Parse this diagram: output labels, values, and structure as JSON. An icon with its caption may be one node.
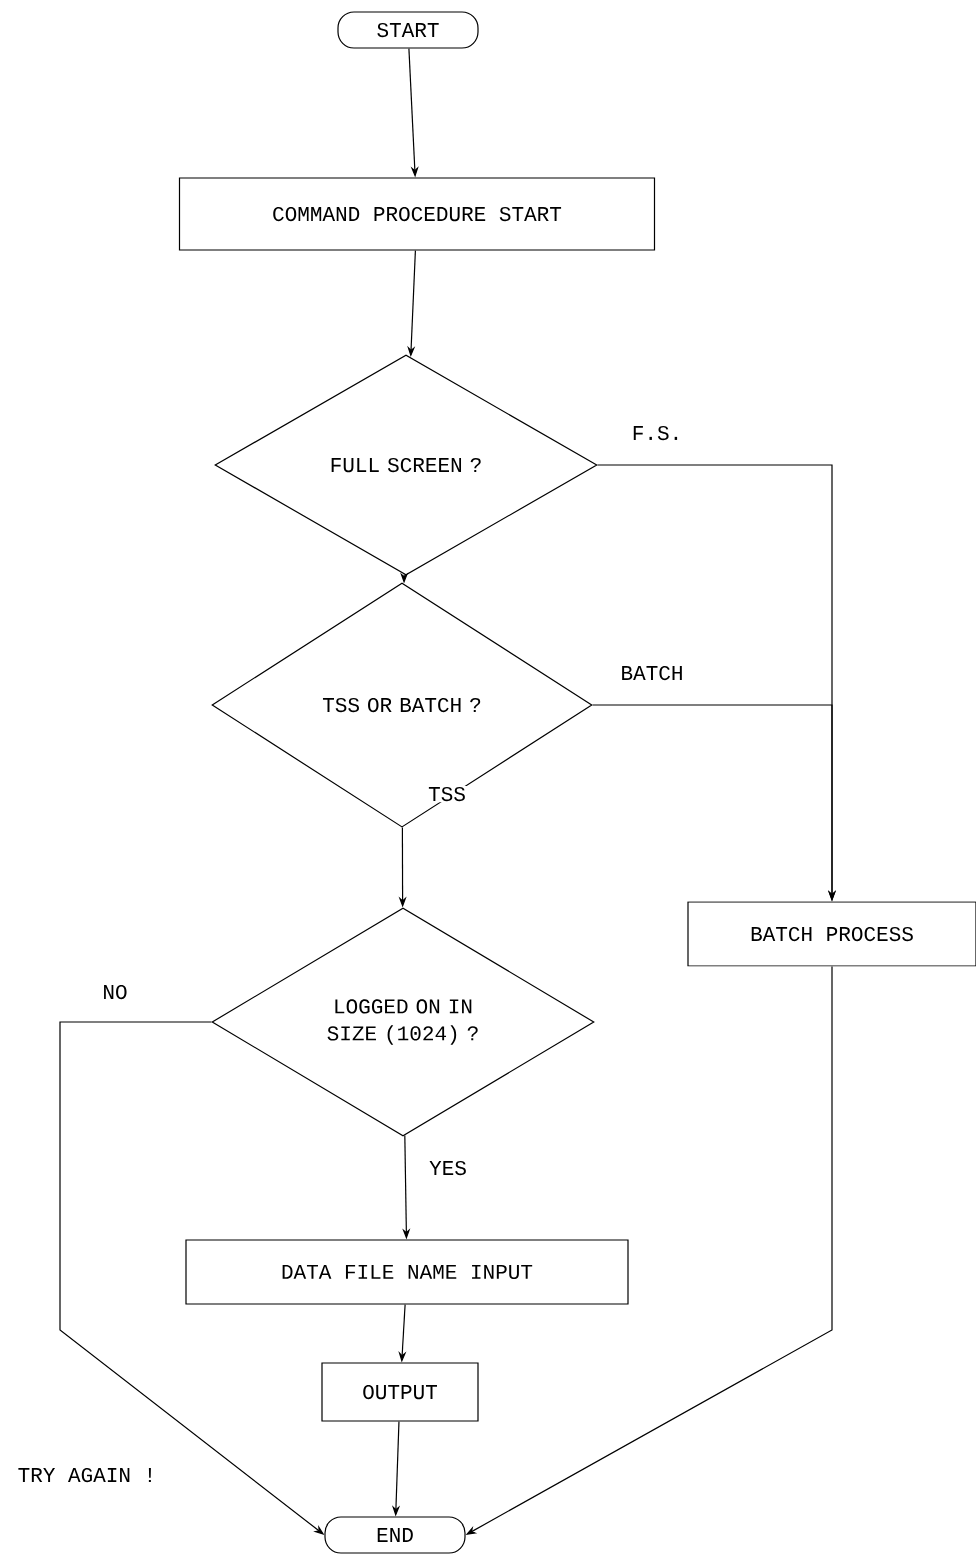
{
  "diagram": {
    "nodes": [
      {
        "text": [
          "START"
        ]
      },
      {
        "text": [
          "COMMAND PROCEDURE START"
        ]
      },
      {
        "text": [
          "FULL SCREEN ?"
        ]
      },
      {
        "text": [
          "TSS OR BATCH ?"
        ]
      },
      {
        "text": [
          "LOGGED ON IN SIZE (1024) ?"
        ]
      },
      {
        "text": [
          "BATCH PROCESS"
        ]
      },
      {
        "text": [
          "DATA FILE NAME INPUT"
        ]
      },
      {
        "text": [
          "OUTPUT"
        ]
      },
      {
        "text": [
          "END"
        ]
      }
    ],
    "edges": [
      {
        "from": 0,
        "to": 1,
        "arrow": "to"
      },
      {
        "from": 1,
        "to": 2,
        "arrow": "to"
      },
      {
        "from": 2,
        "to": 3,
        "arrow": "to"
      },
      {
        "from": 3,
        "to": 4,
        "label": "TSS",
        "arrow": "to"
      },
      {
        "from": 4,
        "to": 6,
        "label": "YES",
        "arrow": "to"
      },
      {
        "from": 6,
        "to": 7,
        "arrow": "to"
      },
      {
        "from": 7,
        "to": 8,
        "arrow": "to"
      },
      {
        "from": 2,
        "to": 5,
        "label": "F.S.",
        "arrow": "to"
      },
      {
        "from": 3,
        "to": 5,
        "label": "BATCH",
        "arrow": "to"
      },
      {
        "from": 4,
        "to": 8,
        "label": "NO",
        "arrow": "to"
      },
      {
        "from": 5,
        "to": 8,
        "arrow": "to"
      }
    ],
    "labels": [
      "TRY AGAIN !"
    ]
  }
}
